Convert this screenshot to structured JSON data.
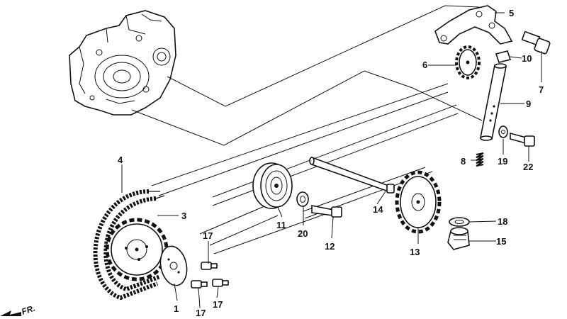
{
  "diagram": {
    "corner_tag": "FR.",
    "callouts": [
      {
        "id": "callout-1",
        "text": "1"
      },
      {
        "id": "callout-3",
        "text": "3"
      },
      {
        "id": "callout-4",
        "text": "4"
      },
      {
        "id": "callout-5",
        "text": "5"
      },
      {
        "id": "callout-6",
        "text": "6"
      },
      {
        "id": "callout-7",
        "text": "7"
      },
      {
        "id": "callout-8",
        "text": "8"
      },
      {
        "id": "callout-9",
        "text": "9"
      },
      {
        "id": "callout-10",
        "text": "10"
      },
      {
        "id": "callout-11",
        "text": "11"
      },
      {
        "id": "callout-12",
        "text": "12"
      },
      {
        "id": "callout-13",
        "text": "13"
      },
      {
        "id": "callout-14",
        "text": "14"
      },
      {
        "id": "callout-15",
        "text": "15"
      },
      {
        "id": "callout-17a",
        "text": "17"
      },
      {
        "id": "callout-17b",
        "text": "17"
      },
      {
        "id": "callout-17c",
        "text": "17"
      },
      {
        "id": "callout-18",
        "text": "18"
      },
      {
        "id": "callout-19",
        "text": "19"
      },
      {
        "id": "callout-20",
        "text": "20"
      },
      {
        "id": "callout-22",
        "text": "22"
      }
    ]
  }
}
